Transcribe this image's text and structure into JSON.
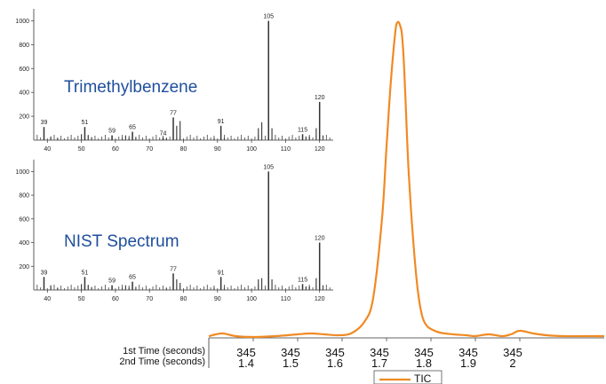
{
  "chart_data": [
    {
      "type": "bar",
      "title": "Trimethylbenzene",
      "x_ticks": [
        40,
        50,
        60,
        70,
        80,
        90,
        100,
        110,
        120
      ],
      "y_ticks": [
        200,
        400,
        600,
        800,
        1000
      ],
      "xlim": [
        36,
        124
      ],
      "ylim": [
        0,
        1100
      ],
      "peaks": [
        {
          "x": 39,
          "y": 110,
          "label": "39"
        },
        {
          "x": 51,
          "y": 110,
          "label": "51"
        },
        {
          "x": 59,
          "y": 40,
          "label": "59"
        },
        {
          "x": 65,
          "y": 70,
          "label": "65"
        },
        {
          "x": 74,
          "y": 20,
          "label": "74"
        },
        {
          "x": 77,
          "y": 190,
          "label": "77"
        },
        {
          "x": 91,
          "y": 120,
          "label": "91"
        },
        {
          "x": 105,
          "y": 1000,
          "label": "105"
        },
        {
          "x": 115,
          "y": 50,
          "label": "115"
        },
        {
          "x": 120,
          "y": 320,
          "label": "120"
        }
      ],
      "minor_peaks": [
        {
          "x": 41,
          "y": 30
        },
        {
          "x": 43,
          "y": 15
        },
        {
          "x": 50,
          "y": 50
        },
        {
          "x": 52,
          "y": 40
        },
        {
          "x": 53,
          "y": 25
        },
        {
          "x": 62,
          "y": 20
        },
        {
          "x": 63,
          "y": 40
        },
        {
          "x": 64,
          "y": 20
        },
        {
          "x": 66,
          "y": 20
        },
        {
          "x": 75,
          "y": 20
        },
        {
          "x": 78,
          "y": 120
        },
        {
          "x": 79,
          "y": 160
        },
        {
          "x": 89,
          "y": 20
        },
        {
          "x": 92,
          "y": 20
        },
        {
          "x": 102,
          "y": 100
        },
        {
          "x": 103,
          "y": 150
        },
        {
          "x": 106,
          "y": 100
        },
        {
          "x": 116,
          "y": 30
        },
        {
          "x": 117,
          "y": 30
        },
        {
          "x": 119,
          "y": 100
        },
        {
          "x": 121,
          "y": 40
        }
      ]
    },
    {
      "type": "bar",
      "title": "NIST Spectrum",
      "x_ticks": [
        40,
        50,
        60,
        70,
        80,
        90,
        100,
        110,
        120
      ],
      "y_ticks": [
        200,
        400,
        600,
        800,
        1000
      ],
      "xlim": [
        36,
        124
      ],
      "ylim": [
        0,
        1100
      ],
      "peaks": [
        {
          "x": 39,
          "y": 110,
          "label": "39"
        },
        {
          "x": 51,
          "y": 110,
          "label": "51"
        },
        {
          "x": 59,
          "y": 40,
          "label": "59"
        },
        {
          "x": 65,
          "y": 70,
          "label": "65"
        },
        {
          "x": 77,
          "y": 140,
          "label": "77"
        },
        {
          "x": 91,
          "y": 110,
          "label": "91"
        },
        {
          "x": 105,
          "y": 1000,
          "label": "105"
        },
        {
          "x": 115,
          "y": 50,
          "label": "115"
        },
        {
          "x": 120,
          "y": 400,
          "label": "120"
        }
      ],
      "minor_peaks": [
        {
          "x": 41,
          "y": 40
        },
        {
          "x": 43,
          "y": 15
        },
        {
          "x": 50,
          "y": 50
        },
        {
          "x": 52,
          "y": 40
        },
        {
          "x": 53,
          "y": 25
        },
        {
          "x": 62,
          "y": 20
        },
        {
          "x": 63,
          "y": 40
        },
        {
          "x": 64,
          "y": 20
        },
        {
          "x": 66,
          "y": 20
        },
        {
          "x": 75,
          "y": 20
        },
        {
          "x": 78,
          "y": 90
        },
        {
          "x": 79,
          "y": 60
        },
        {
          "x": 89,
          "y": 20
        },
        {
          "x": 92,
          "y": 20
        },
        {
          "x": 102,
          "y": 90
        },
        {
          "x": 103,
          "y": 100
        },
        {
          "x": 106,
          "y": 90
        },
        {
          "x": 116,
          "y": 30
        },
        {
          "x": 117,
          "y": 30
        },
        {
          "x": 119,
          "y": 100
        },
        {
          "x": 121,
          "y": 40
        }
      ]
    },
    {
      "type": "line",
      "series": [
        {
          "name": "TIC",
          "color": "#f08a24",
          "x": [
            1.3,
            1.33,
            1.36,
            1.4,
            1.45,
            1.5,
            1.53,
            1.56,
            1.59,
            1.62,
            1.65,
            1.67,
            1.69,
            1.7,
            1.71,
            1.72,
            1.725,
            1.73,
            1.735,
            1.74,
            1.745,
            1.75,
            1.76,
            1.77,
            1.78,
            1.79,
            1.8,
            1.82,
            1.85,
            1.88,
            1.9,
            1.93,
            1.96,
            1.98,
            2.0,
            2.03,
            2.06,
            2.1,
            2.15,
            2.19
          ],
          "y": [
            2,
            5,
            2,
            1,
            2,
            4,
            5,
            4,
            3,
            5,
            18,
            45,
            135,
            215,
            290,
            345,
            355,
            352,
            340,
            300,
            240,
            185,
            110,
            55,
            25,
            14,
            10,
            6,
            4,
            3,
            2,
            4,
            2,
            4,
            8,
            5,
            3,
            2,
            2,
            2
          ]
        }
      ],
      "axis_rows": [
        {
          "label": "1st Time (seconds)",
          "values": [
            "345",
            "345",
            "345",
            "345",
            "345",
            "345",
            "345"
          ]
        },
        {
          "label": "2nd Time (seconds)",
          "values": [
            "1.4",
            "1.5",
            "1.6",
            "1.7",
            "1.8",
            "1.9",
            "2"
          ]
        }
      ],
      "tick_positions": [
        1.4,
        1.5,
        1.6,
        1.7,
        1.8,
        1.9,
        2.0
      ],
      "xlim": [
        1.3,
        2.19
      ],
      "ylim": [
        0,
        370
      ],
      "legend": "bottom-center"
    }
  ]
}
